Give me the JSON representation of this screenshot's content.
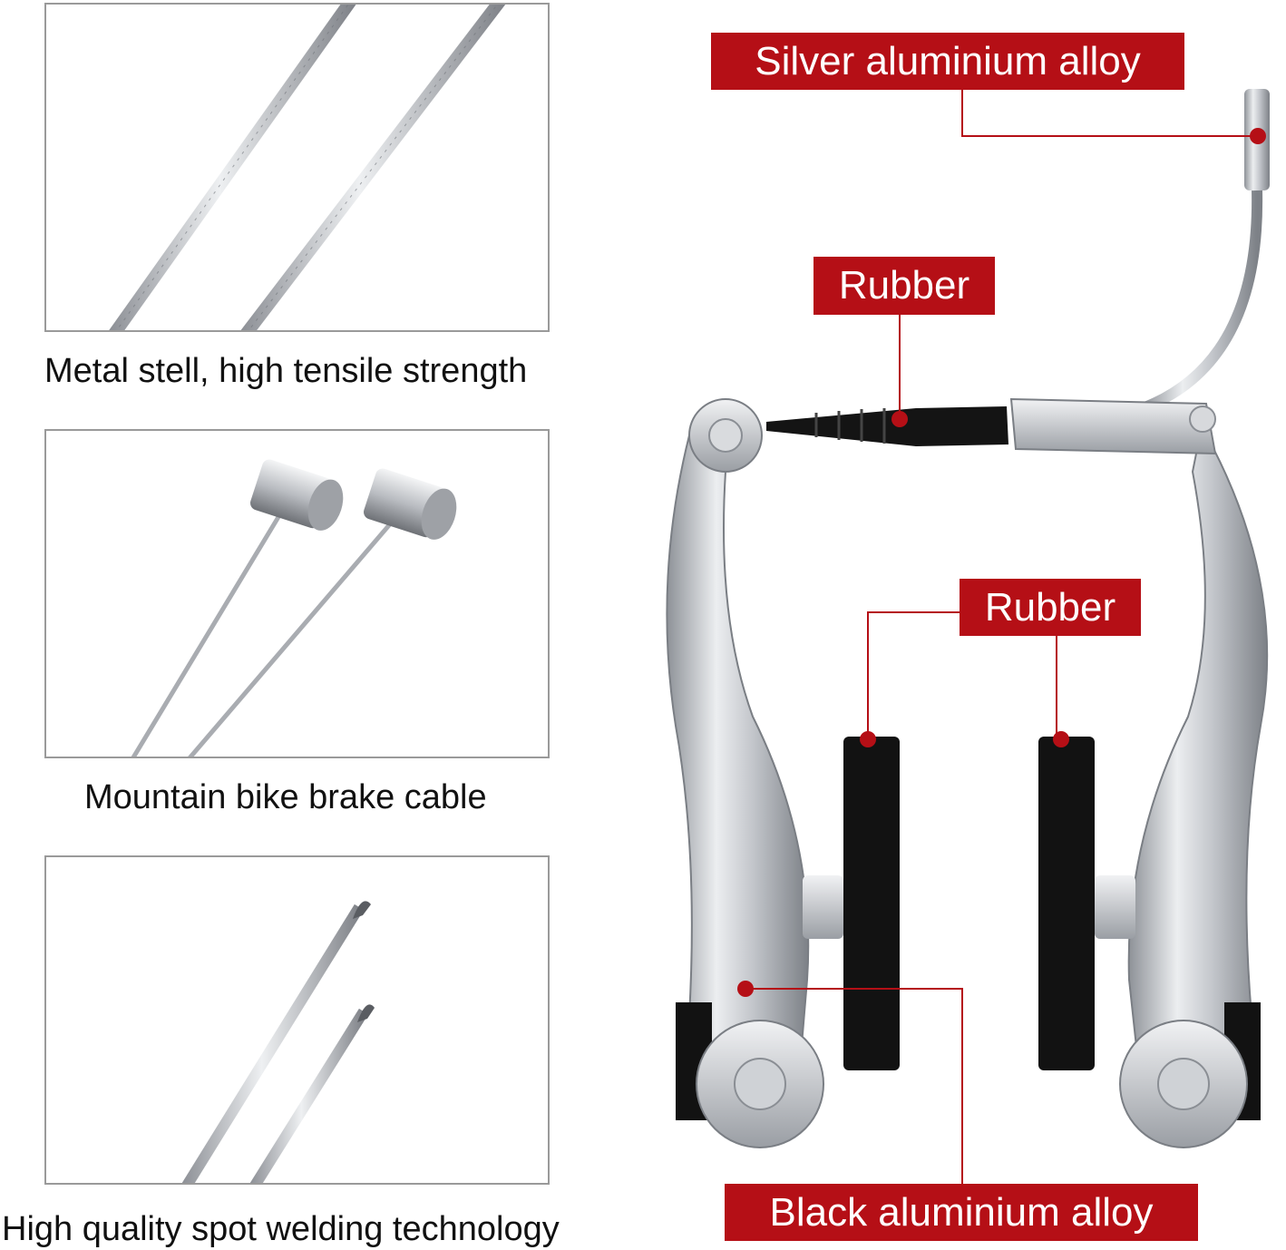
{
  "panels": [
    {
      "caption": "Metal stell, high tensile strength"
    },
    {
      "caption": "Mountain bike brake cable"
    },
    {
      "caption": "High quality spot welding technology"
    }
  ],
  "callouts": {
    "silver": "Silver aluminium alloy",
    "rubber_cable": "Rubber",
    "rubber_pads": "Rubber",
    "black": "Black aluminium alloy"
  },
  "colors": {
    "accent": "#b50f16",
    "frame": "#9a9a9a",
    "metal": "#c9ccd1",
    "rubber": "#121212"
  }
}
